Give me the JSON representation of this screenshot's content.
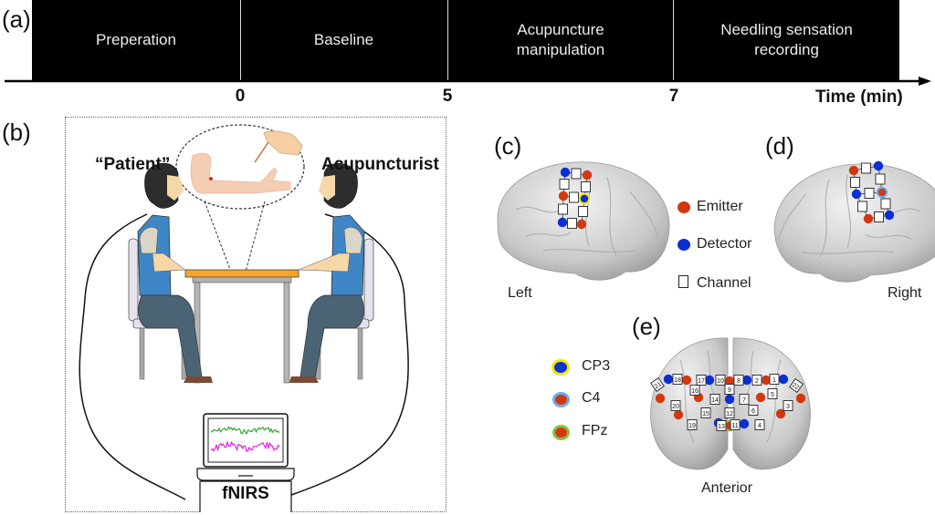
{
  "panels": {
    "a": {
      "label": "(a)",
      "phases": [
        {
          "label": "Preperation"
        },
        {
          "label": "Baseline"
        },
        {
          "label": "Acupuncture manipulation"
        },
        {
          "label": "Needling sensation recording"
        }
      ],
      "ticks": [
        "0",
        "5",
        "7"
      ],
      "axis_title": "Time (min)"
    },
    "b": {
      "label": "(b)",
      "patient_label": "“Patient”",
      "acupuncturist_label": "Acupuncturist",
      "device_label": "fNIRS",
      "signal_colors": {
        "top": "#3aa33a",
        "bottom": "#e020e0"
      }
    },
    "c": {
      "label": "(c)",
      "view": "Left"
    },
    "d": {
      "label": "(d)",
      "view": "Right"
    },
    "e": {
      "label": "(e)",
      "view": "Anterior",
      "channel_numbers": [
        "1",
        "2",
        "3",
        "4",
        "5",
        "6",
        "7",
        "8",
        "9",
        "10",
        "11",
        "12",
        "13",
        "14",
        "15",
        "16",
        "17",
        "18",
        "19",
        "20",
        "21",
        "22"
      ]
    },
    "legend_optodes": {
      "items": [
        {
          "label": "Emitter",
          "color": "#d2380f"
        },
        {
          "label": "Detector",
          "color": "#0a2fd6"
        },
        {
          "label": "Channel",
          "color": "#ffffff"
        }
      ]
    },
    "legend_reference": {
      "items": [
        {
          "label": "CP3",
          "fill": "#0a2fd6",
          "ring": "#f2e600"
        },
        {
          "label": "C4",
          "fill": "#d2380f",
          "ring": "#6aaef0"
        },
        {
          "label": "FPz",
          "fill": "#d2380f",
          "ring": "#86c440"
        }
      ]
    }
  }
}
